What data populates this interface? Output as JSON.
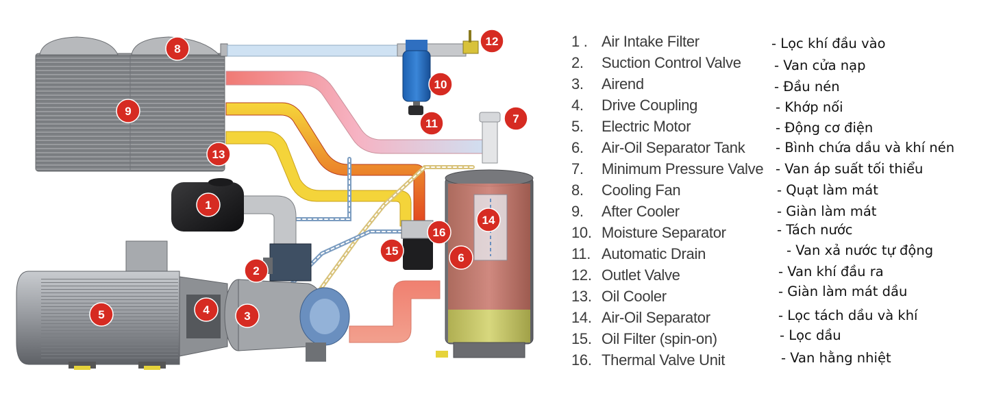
{
  "colors": {
    "marker": "#d62b22",
    "hot_oil": "#e23a1f",
    "warm_oil": "#f2c21a",
    "cool_air": "#c8ddf0",
    "warm_air": "#f08a7a",
    "machine_grey": "#8e9196"
  },
  "markers": [
    {
      "label": "1"
    },
    {
      "label": "2"
    },
    {
      "label": "3"
    },
    {
      "label": "4"
    },
    {
      "label": "5"
    },
    {
      "label": "6"
    },
    {
      "label": "7"
    },
    {
      "label": "8"
    },
    {
      "label": "9"
    },
    {
      "label": "10"
    },
    {
      "label": "11"
    },
    {
      "label": "12"
    },
    {
      "label": "13"
    },
    {
      "label": "14"
    },
    {
      "label": "15"
    },
    {
      "label": "16"
    }
  ],
  "legend": [
    {
      "num": "1 .",
      "en": "Air Intake Filter",
      "vi": "- Lọc khí đầu vào"
    },
    {
      "num": "2.",
      "en": "Suction Control Valve",
      "vi": "- Van cửa nạp"
    },
    {
      "num": "3.",
      "en": "Airend",
      "vi": "- Đầu nén"
    },
    {
      "num": "4.",
      "en": "Drive Coupling",
      "vi": "- Khớp nối"
    },
    {
      "num": "5.",
      "en": "Electric Motor",
      "vi": "- Động cơ điện"
    },
    {
      "num": "6.",
      "en": "Air-Oil Separator Tank",
      "vi": "- Bình chứa dầu và khí nén"
    },
    {
      "num": "7.",
      "en": "Minimum Pressure Valve",
      "vi": "- Van áp suất tối thiểu"
    },
    {
      "num": "8.",
      "en": "Cooling Fan",
      "vi": "- Quạt làm mát"
    },
    {
      "num": "9.",
      "en": "After Cooler",
      "vi": "- Giàn làm mát"
    },
    {
      "num": "10.",
      "en": "Moisture Separator",
      "vi": "- Tách nước"
    },
    {
      "num": "11.",
      "en": "Automatic Drain",
      "vi": "- Van xả nước tự động"
    },
    {
      "num": "12.",
      "en": "Outlet Valve",
      "vi": "- Van khí đầu ra"
    },
    {
      "num": "13.",
      "en": "Oil Cooler",
      "vi": "- Giàn làm mát dầu"
    },
    {
      "num": "14.",
      "en": "Air-Oil Separator",
      "vi": "- Lọc tách dầu và khí"
    },
    {
      "num": "15.",
      "en": "Oil Filter (spin-on)",
      "vi": "- Lọc dầu"
    },
    {
      "num": "16.",
      "en": "Thermal Valve Unit",
      "vi": "- Van hằng nhiệt"
    }
  ]
}
